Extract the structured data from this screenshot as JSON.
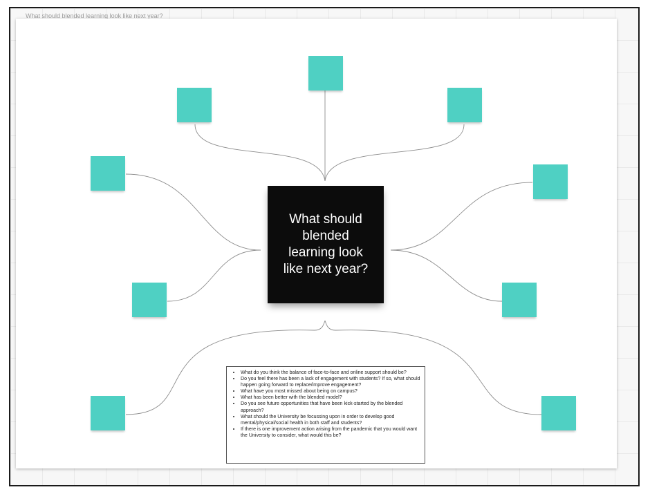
{
  "frame": {
    "title": "What should blended learning look like next year?"
  },
  "central": {
    "text": "What should blended learning look like next year?",
    "color": "#0c0c0c"
  },
  "sticky_color": "#4fd0c3",
  "sticky_notes": [
    {
      "id": "top-center",
      "text": ""
    },
    {
      "id": "top-left",
      "text": ""
    },
    {
      "id": "top-right",
      "text": ""
    },
    {
      "id": "left-upper",
      "text": ""
    },
    {
      "id": "right-upper",
      "text": ""
    },
    {
      "id": "left-middle",
      "text": ""
    },
    {
      "id": "right-middle",
      "text": ""
    },
    {
      "id": "bottom-left",
      "text": ""
    },
    {
      "id": "bottom-right",
      "text": ""
    }
  ],
  "questions": [
    "What do you think the balance of face-to-face and online support should be?",
    "Do you feel there has been a lack of engagement with students? If so, what should happen going forward to replace/improve engagement?",
    "What have you most missed about being on campus?",
    "What has been better with the blended model?",
    "Do you see future opportunities that have been kick-started by the blended approach?",
    "What should the University be focussing upon in order to develop good mental/physical/social health in both staff and students?",
    "If there is one improvement action arising from the pandemic that you would want the University to consider, what would this be?"
  ]
}
